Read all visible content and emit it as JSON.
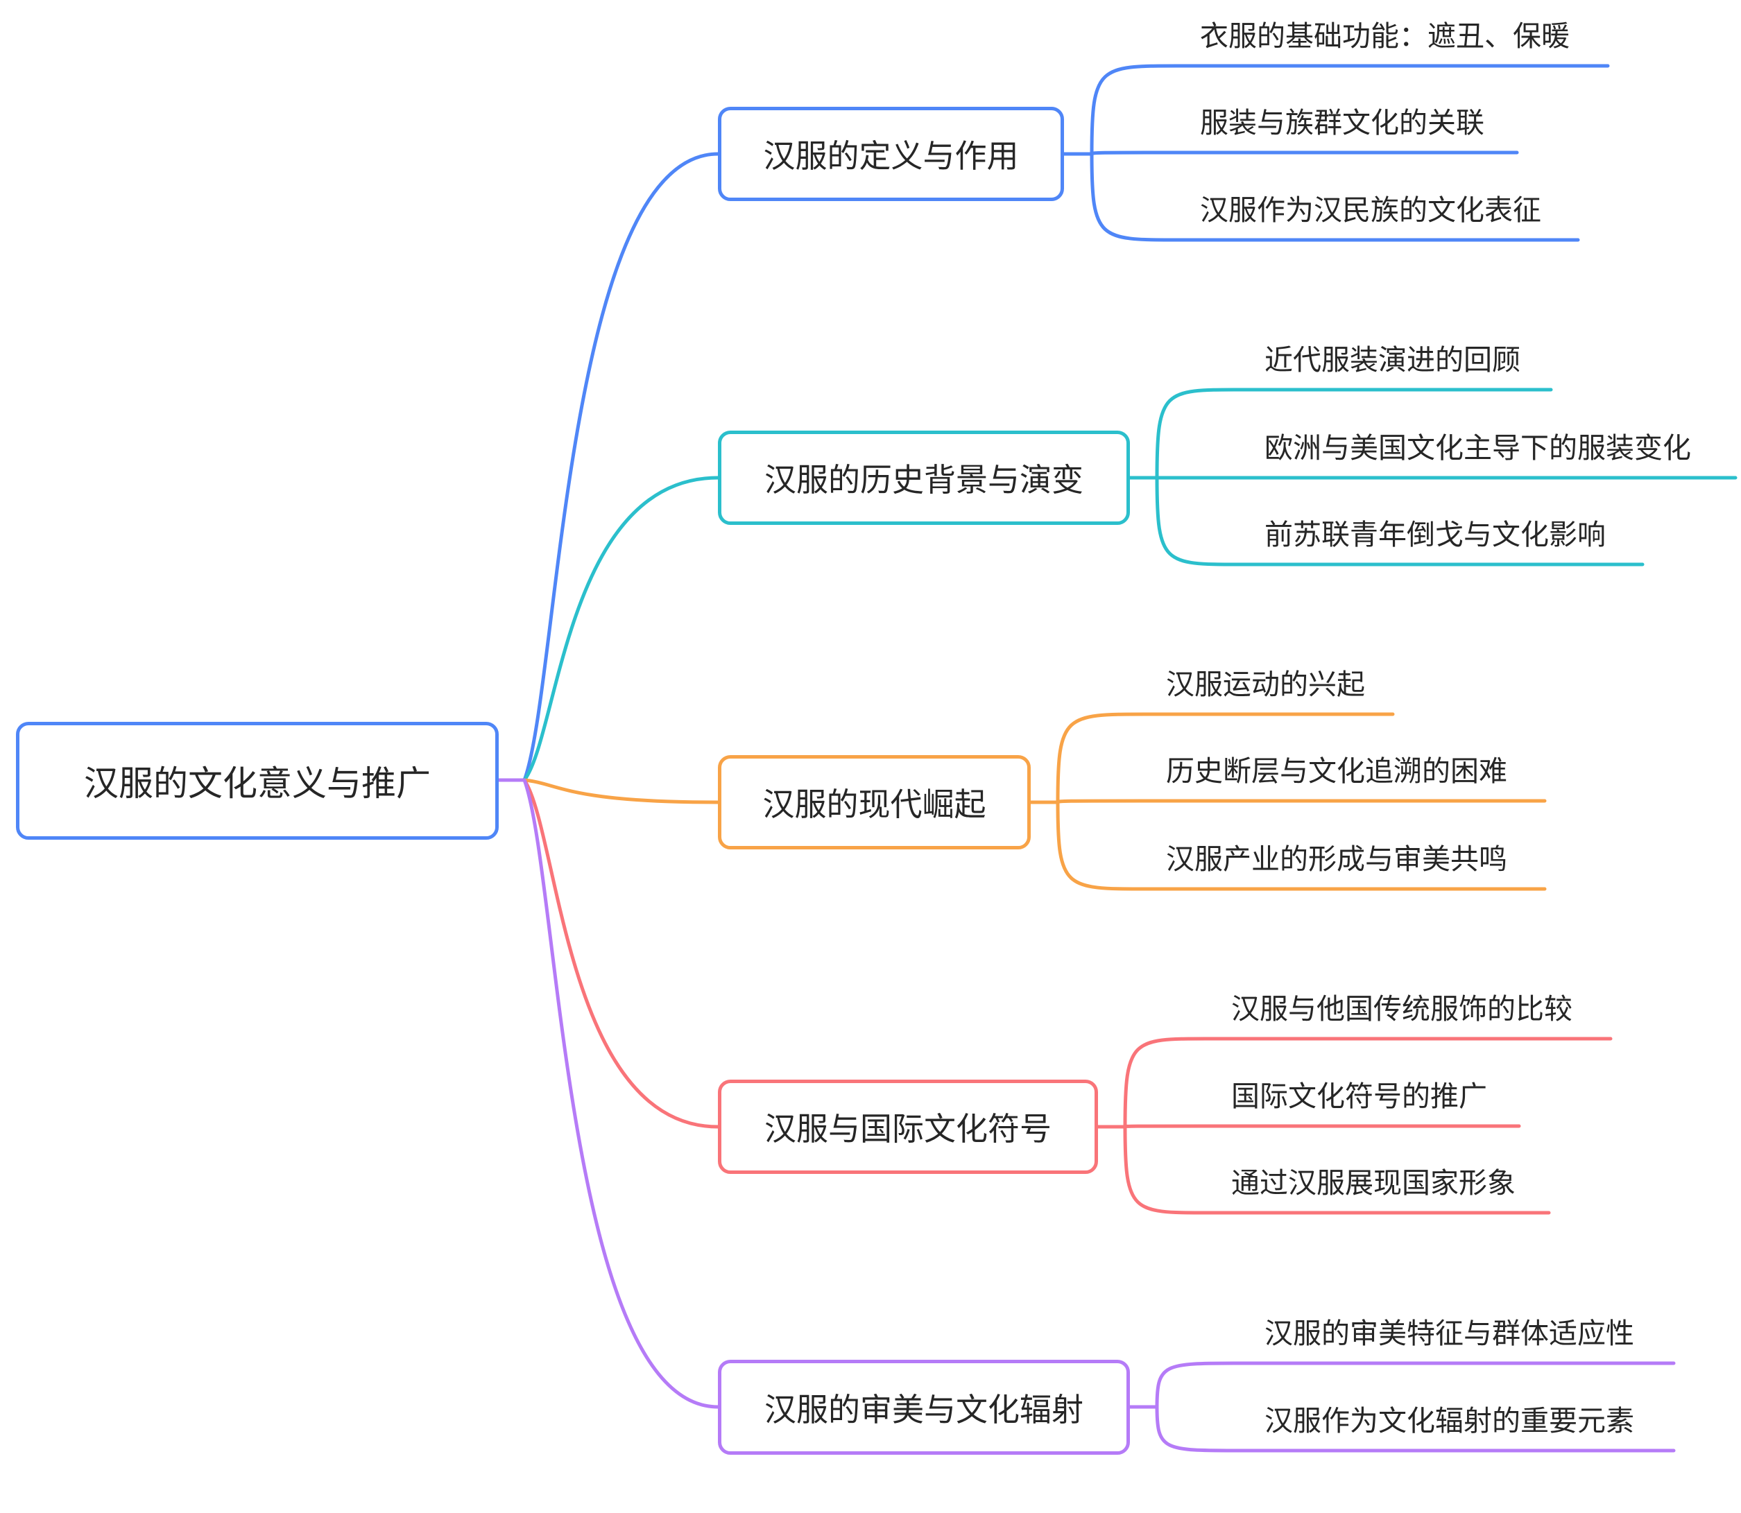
{
  "root": {
    "label": "汉服的文化意义与推广",
    "color": "#4f86f7"
  },
  "branches": [
    {
      "label": "汉服的定义与作用",
      "color": "#4f86f7",
      "children": [
        "衣服的基础功能：遮丑、保暖",
        "服装与族群文化的关联",
        "汉服作为汉民族的文化表征"
      ]
    },
    {
      "label": "汉服的历史背景与演变",
      "color": "#2bbfcc",
      "children": [
        "近代服装演进的回顾",
        "欧洲与美国文化主导下的服装变化",
        "前苏联青年倒戈与文化影响"
      ]
    },
    {
      "label": "汉服的现代崛起",
      "color": "#f8a347",
      "children": [
        "汉服运动的兴起",
        "历史断层与文化追溯的困难",
        "汉服产业的形成与审美共鸣"
      ]
    },
    {
      "label": "汉服与国际文化符号",
      "color": "#f97479",
      "children": [
        "汉服与他国传统服饰的比较",
        "国际文化符号的推广",
        "通过汉服展现国家形象"
      ]
    },
    {
      "label": "汉服的审美与文化辐射",
      "color": "#b57bf7",
      "children": [
        "汉服的审美特征与群体适应性",
        "汉服作为文化辐射的重要元素"
      ]
    }
  ],
  "root_connector_color": "#b57bf7"
}
